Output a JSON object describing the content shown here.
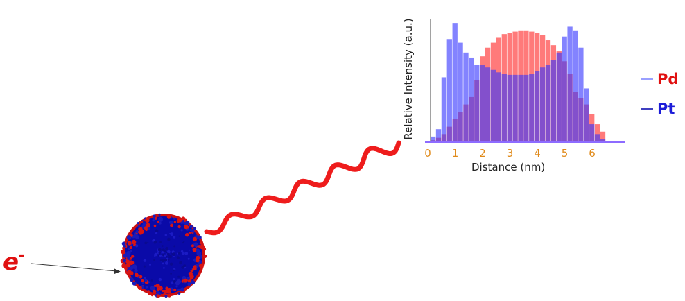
{
  "electron": {
    "symbol": "e",
    "charge": "-"
  },
  "colors": {
    "pd": "#ff3b3b",
    "pt": "#4040ff",
    "tick_labels": "#e08a1a",
    "wave": "#ee1c1c",
    "particle_core": "#0a0aa8"
  },
  "legend": [
    {
      "name": "Pd",
      "color": "#e01010"
    },
    {
      "name": "Pt",
      "color": "#1c1cd8"
    }
  ],
  "chart_data": {
    "type": "bar",
    "xlabel": "Distance (nm)",
    "ylabel": "Relative Intensity (a.u.)",
    "x_tick_labels": [
      "0",
      "1",
      "2",
      "3",
      "4",
      "5",
      "6"
    ],
    "xlim": [
      0,
      7.2
    ],
    "ylim": [
      0,
      1
    ],
    "bin_width": 0.2,
    "x": [
      0.2,
      0.4,
      0.6,
      0.8,
      1.0,
      1.2,
      1.4,
      1.6,
      1.8,
      2.0,
      2.2,
      2.4,
      2.6,
      2.8,
      3.0,
      3.2,
      3.4,
      3.6,
      3.8,
      4.0,
      4.2,
      4.4,
      4.6,
      4.8,
      5.0,
      5.2,
      5.4,
      5.6,
      5.8,
      6.0,
      6.2,
      6.4
    ],
    "series": [
      {
        "name": "Pd",
        "values": [
          0.01,
          0.03,
          0.06,
          0.12,
          0.18,
          0.24,
          0.3,
          0.36,
          0.5,
          0.69,
          0.76,
          0.8,
          0.84,
          0.87,
          0.88,
          0.89,
          0.9,
          0.9,
          0.89,
          0.88,
          0.86,
          0.82,
          0.78,
          0.73,
          0.65,
          0.55,
          0.4,
          0.35,
          0.3,
          0.22,
          0.14,
          0.08
        ]
      },
      {
        "name": "Pt",
        "values": [
          0.04,
          0.1,
          0.52,
          0.83,
          0.96,
          0.8,
          0.72,
          0.68,
          0.62,
          0.62,
          0.6,
          0.58,
          0.56,
          0.55,
          0.54,
          0.54,
          0.54,
          0.54,
          0.55,
          0.57,
          0.6,
          0.62,
          0.66,
          0.72,
          0.85,
          0.93,
          0.9,
          0.76,
          0.43,
          0.14,
          0.06,
          0.02
        ]
      }
    ]
  }
}
